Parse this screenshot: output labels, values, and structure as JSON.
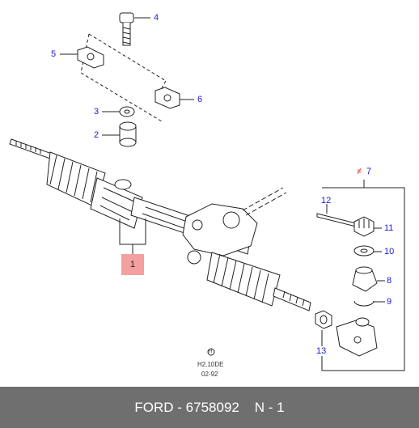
{
  "callouts": {
    "c1": "1",
    "c2": "2",
    "c3": "3",
    "c4": "4",
    "c5": "5",
    "c6": "6",
    "c7_mark": "≠",
    "c7": "7",
    "c8": "8",
    "c9": "9",
    "c10": "10",
    "c11": "11",
    "c12": "12",
    "c13": "13"
  },
  "reference": {
    "circle_symbol": "H",
    "code": "H2.10DE",
    "date": "02-92"
  },
  "footer": {
    "brand": "FORD",
    "sep1": " - ",
    "part_number": "6758092",
    "sep2": "    N - ",
    "item": "1"
  },
  "colors": {
    "callout": "#1a1ae0",
    "highlight": "#f2a0a0",
    "footer_bg": "#6f6f6f",
    "line": "#222222"
  }
}
